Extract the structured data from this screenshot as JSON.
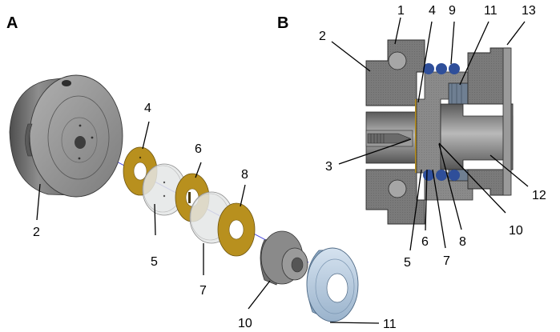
{
  "panels": [
    {
      "id": "A",
      "label": "A"
    },
    {
      "id": "B",
      "label": "B"
    }
  ],
  "panel_a_labels": [
    "2",
    "4",
    "5",
    "6",
    "7",
    "8",
    "10",
    "11"
  ],
  "panel_b_labels": [
    "1",
    "2",
    "3",
    "4",
    "5",
    "6",
    "7",
    "8",
    "9",
    "10",
    "11",
    "12",
    "13"
  ],
  "colors": {
    "steel": "#8a8a8a",
    "steel_dark": "#5d5d5d",
    "gold_washer": "#b8901e",
    "glass_window": "#e4e6e6",
    "blue_nut": "#b8cde3",
    "o_ring": "#2f4f9a",
    "axis_line": "#4a4adf"
  }
}
